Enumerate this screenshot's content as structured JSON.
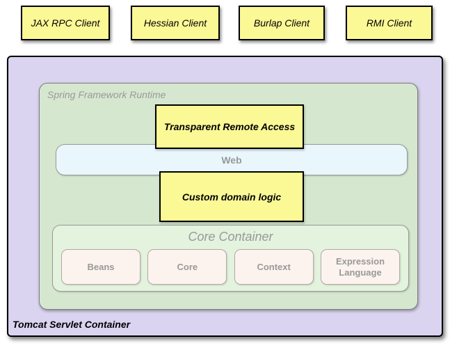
{
  "clients": [
    {
      "label": "JAX RPC Client"
    },
    {
      "label": "Hessian Client"
    },
    {
      "label": "Burlap Client"
    },
    {
      "label": "RMI Client"
    }
  ],
  "tomcat": {
    "label": "Tomcat Servlet Container"
  },
  "spring_runtime": {
    "label": "Spring Framework Runtime"
  },
  "remote_access": {
    "label": "Transparent Remote Access"
  },
  "web": {
    "label": "Web"
  },
  "domain_logic": {
    "label": "Custom domain logic"
  },
  "core_container": {
    "title": "Core Container",
    "modules": [
      {
        "label": "Beans"
      },
      {
        "label": "Core"
      },
      {
        "label": "Context"
      },
      {
        "label": "Expression Language"
      }
    ]
  },
  "colors": {
    "client_box_fill": "#FBF896",
    "yellow_block_fill": "#FBF896",
    "tomcat_fill": "#DAD4F0",
    "spring_runtime_fill": "#D6E7CF",
    "web_bar_fill": "#E9F7FC",
    "core_container_fill": "#E3F3DE",
    "module_fill": "#FCF3EE",
    "muted_text": "#999999",
    "border_black": "#000000",
    "border_gray": "#999999"
  }
}
